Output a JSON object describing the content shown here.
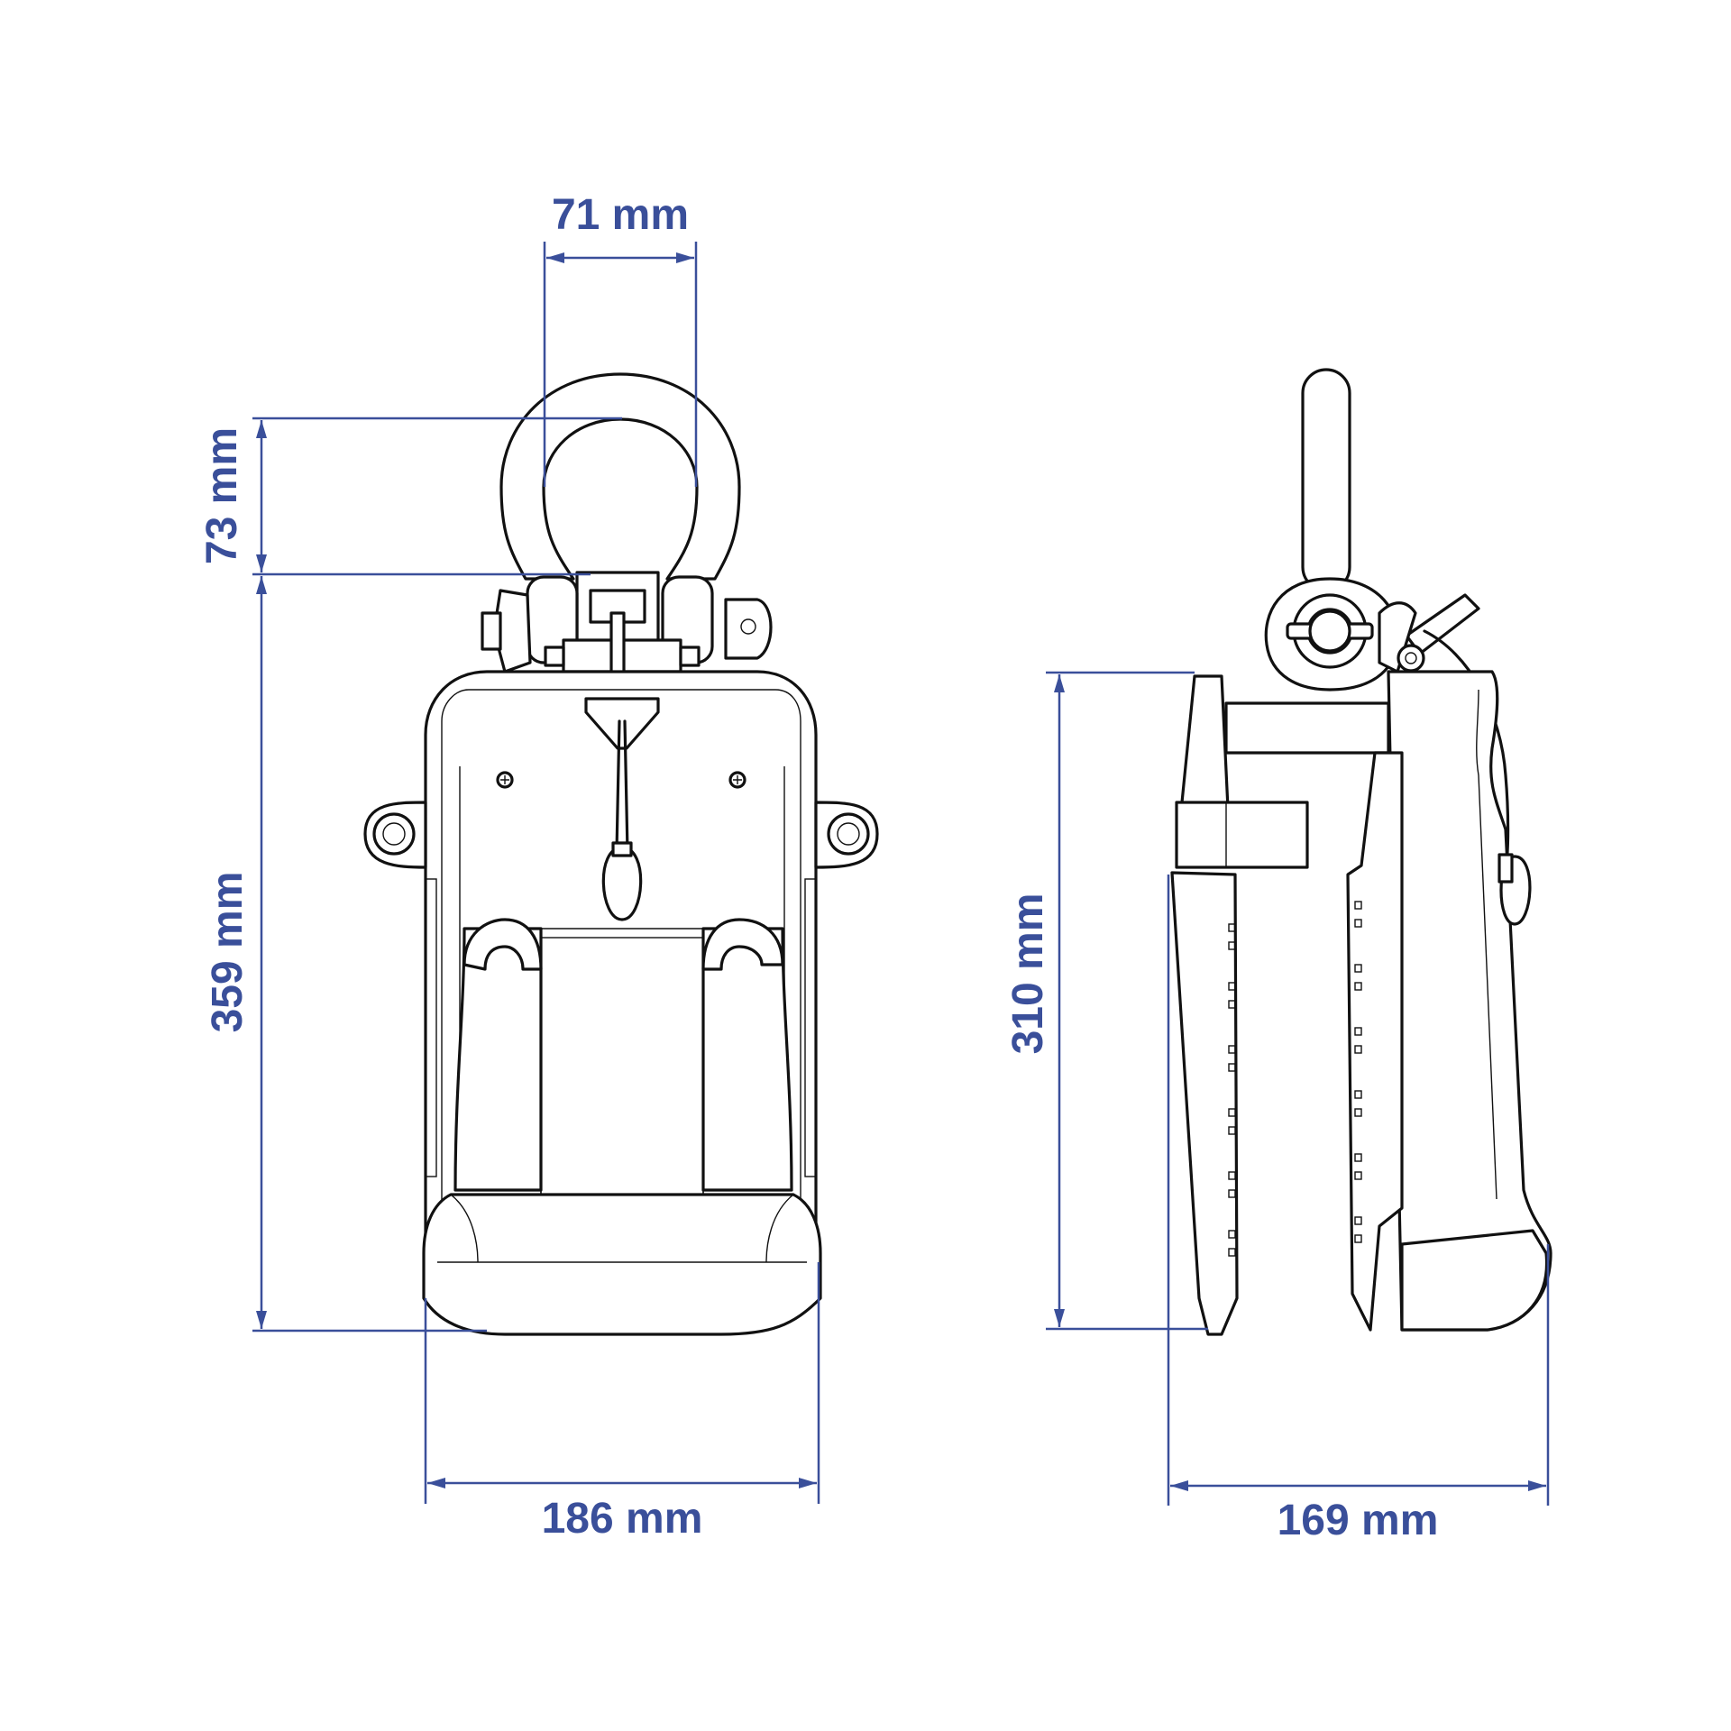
{
  "colors": {
    "dimension": "#3a4f9a",
    "ink": "#111111",
    "background": "#ffffff"
  },
  "dimensions": {
    "shackle_width": "71 mm",
    "shackle_height": "73 mm",
    "body_height": "359 mm",
    "body_width": "186 mm",
    "side_height": "310 mm",
    "side_width": "169 mm"
  }
}
